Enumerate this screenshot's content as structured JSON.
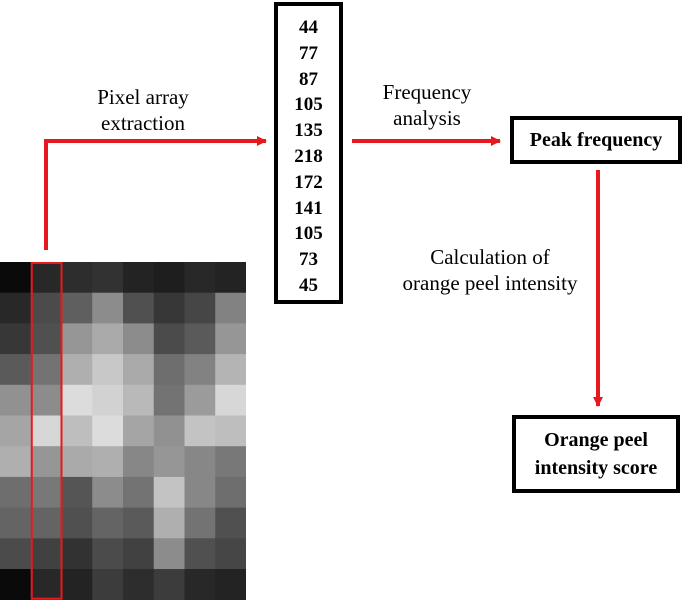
{
  "labels": {
    "pixel_extraction": [
      "Pixel array",
      "extraction"
    ],
    "frequency_analysis": [
      "Frequency",
      "analysis"
    ],
    "calculation": [
      "Calculation of",
      "orange peel intensity"
    ]
  },
  "pixel_values": [
    "44",
    "77",
    "87",
    "105",
    "135",
    "218",
    "172",
    "141",
    "105",
    "73",
    "45"
  ],
  "boxes": {
    "peak": "Peak frequency",
    "score": [
      "Orange peel",
      "intensity score"
    ]
  },
  "colors": {
    "arrow": "#e8191e",
    "highlight": "#e8191e",
    "border": "#000000"
  },
  "pixel_image": {
    "rows": [
      [
        10,
        40,
        45,
        50,
        35,
        30,
        40,
        35
      ],
      [
        40,
        75,
        95,
        140,
        80,
        55,
        70,
        130
      ],
      [
        55,
        80,
        150,
        170,
        140,
        75,
        90,
        150
      ],
      [
        90,
        115,
        175,
        200,
        170,
        110,
        130,
        180
      ],
      [
        145,
        140,
        220,
        210,
        185,
        115,
        155,
        215
      ],
      [
        165,
        215,
        190,
        220,
        165,
        145,
        195,
        190
      ],
      [
        175,
        150,
        170,
        175,
        135,
        150,
        135,
        120
      ],
      [
        110,
        120,
        85,
        140,
        115,
        195,
        135,
        110
      ],
      [
        100,
        100,
        80,
        100,
        90,
        175,
        115,
        80
      ],
      [
        75,
        65,
        50,
        75,
        65,
        140,
        80,
        70
      ],
      [
        10,
        40,
        35,
        60,
        45,
        60,
        40,
        35
      ]
    ],
    "highlight_column": 1
  }
}
